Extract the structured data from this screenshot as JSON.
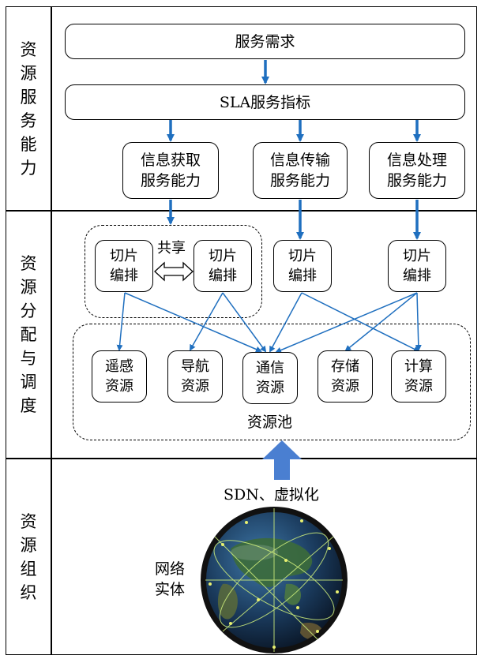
{
  "sections": {
    "capability": "资源服务能力",
    "allocation": "资源分配与调度",
    "organization": "资源组织"
  },
  "top": {
    "demand": "服务需求",
    "sla": "SLA服务指标"
  },
  "capabilities": [
    {
      "line1": "信息获取",
      "line2": "服务能力"
    },
    {
      "line1": "信息传输",
      "line2": "服务能力"
    },
    {
      "line1": "信息处理",
      "line2": "服务能力"
    }
  ],
  "slicing": {
    "line1": "切片",
    "line2": "编排"
  },
  "share_label": "共享",
  "resources": [
    {
      "line1": "遥感",
      "line2": "资源"
    },
    {
      "line1": "导航",
      "line2": "资源"
    },
    {
      "line1": "通信",
      "line2": "资源"
    },
    {
      "line1": "存储",
      "line2": "资源"
    },
    {
      "line1": "计算",
      "line2": "资源"
    }
  ],
  "pool_label": "资源池",
  "sdn_label": "SDN、虚拟化",
  "network_label": {
    "line1": "网络",
    "line2": "实体"
  },
  "colors": {
    "arrow": "#1f6fbf",
    "big_arrow": "#4a7fd1",
    "earth_ocean": "#1a3a5c",
    "earth_land": "#3c6b3a"
  }
}
